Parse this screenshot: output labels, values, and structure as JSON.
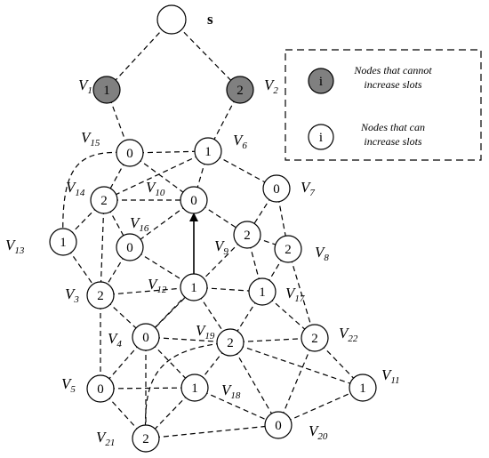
{
  "source": {
    "label": "s"
  },
  "nodes": [
    {
      "id": "V1",
      "name": "V",
      "sub": "1",
      "value": "1",
      "state": "cannot"
    },
    {
      "id": "V2",
      "name": "V",
      "sub": "2",
      "value": "2",
      "state": "cannot"
    },
    {
      "id": "V3",
      "name": "V",
      "sub": "3",
      "value": "2",
      "state": "can"
    },
    {
      "id": "V4",
      "name": "V",
      "sub": "4",
      "value": "0",
      "state": "can"
    },
    {
      "id": "V5",
      "name": "V",
      "sub": "5",
      "value": "0",
      "state": "can"
    },
    {
      "id": "V6",
      "name": "V",
      "sub": "6",
      "value": "1",
      "state": "can"
    },
    {
      "id": "V7",
      "name": "V",
      "sub": "7",
      "value": "0",
      "state": "can"
    },
    {
      "id": "V8",
      "name": "V",
      "sub": "8",
      "value": "2",
      "state": "can"
    },
    {
      "id": "V9",
      "name": "V",
      "sub": "9",
      "value": "2",
      "state": "can"
    },
    {
      "id": "V10",
      "name": "V",
      "sub": "10",
      "value": "0",
      "state": "can"
    },
    {
      "id": "V11",
      "name": "V",
      "sub": "11",
      "value": "1",
      "state": "can"
    },
    {
      "id": "V12",
      "name": "V",
      "sub": "12",
      "value": "1",
      "state": "can"
    },
    {
      "id": "V13",
      "name": "V",
      "sub": "13",
      "value": "1",
      "state": "can"
    },
    {
      "id": "V14",
      "name": "V",
      "sub": "14",
      "value": "2",
      "state": "can"
    },
    {
      "id": "V15",
      "name": "V",
      "sub": "15",
      "value": "0",
      "state": "can"
    },
    {
      "id": "V16",
      "name": "V",
      "sub": "16",
      "value": "0",
      "state": "can"
    },
    {
      "id": "V17",
      "name": "V",
      "sub": "17",
      "value": "1",
      "state": "can"
    },
    {
      "id": "V18",
      "name": "V",
      "sub": "18",
      "value": "1",
      "state": "can"
    },
    {
      "id": "V19",
      "name": "V",
      "sub": "19",
      "value": "2",
      "state": "can"
    },
    {
      "id": "V20",
      "name": "V",
      "sub": "20",
      "value": "0",
      "state": "can"
    },
    {
      "id": "V21",
      "name": "V",
      "sub": "21",
      "value": "2",
      "state": "can"
    },
    {
      "id": "V22",
      "name": "V",
      "sub": "22",
      "value": "2",
      "state": "can"
    }
  ],
  "edges": [
    [
      "s",
      "V1"
    ],
    [
      "s",
      "V2"
    ],
    [
      "V1",
      "V15"
    ],
    [
      "V2",
      "V6"
    ],
    [
      "V15",
      "V6"
    ],
    [
      "V15",
      "V14"
    ],
    [
      "V15",
      "V10"
    ],
    [
      "V15",
      "V13"
    ],
    [
      "V6",
      "V10"
    ],
    [
      "V6",
      "V7"
    ],
    [
      "V6",
      "V14"
    ],
    [
      "V14",
      "V10"
    ],
    [
      "V14",
      "V13"
    ],
    [
      "V14",
      "V16"
    ],
    [
      "V14",
      "V3"
    ],
    [
      "V10",
      "V9"
    ],
    [
      "V10",
      "V16"
    ],
    [
      "V7",
      "V9"
    ],
    [
      "V7",
      "V8"
    ],
    [
      "V13",
      "V3"
    ],
    [
      "V16",
      "V3"
    ],
    [
      "V16",
      "V12"
    ],
    [
      "V9",
      "V8"
    ],
    [
      "V9",
      "V17"
    ],
    [
      "V9",
      "V4"
    ],
    [
      "V8",
      "V17"
    ],
    [
      "V8",
      "V22"
    ],
    [
      "V3",
      "V12"
    ],
    [
      "V3",
      "V4"
    ],
    [
      "V3",
      "V5"
    ],
    [
      "V12",
      "V17"
    ],
    [
      "V12",
      "V4"
    ],
    [
      "V12",
      "V19"
    ],
    [
      "V17",
      "V22"
    ],
    [
      "V17",
      "V19"
    ],
    [
      "V4",
      "V19"
    ],
    [
      "V4",
      "V5"
    ],
    [
      "V4",
      "V18"
    ],
    [
      "V4",
      "V21"
    ],
    [
      "V19",
      "V22"
    ],
    [
      "V19",
      "V18"
    ],
    [
      "V19",
      "V20"
    ],
    [
      "V19",
      "V11"
    ],
    [
      "V19",
      "V21"
    ],
    [
      "V22",
      "V20"
    ],
    [
      "V22",
      "V11"
    ],
    [
      "V5",
      "V18"
    ],
    [
      "V5",
      "V21"
    ],
    [
      "V18",
      "V21"
    ],
    [
      "V18",
      "V20"
    ],
    [
      "V21",
      "V20"
    ],
    [
      "V20",
      "V11"
    ]
  ],
  "arrow": {
    "from": "V12",
    "to": "V10"
  },
  "legend": {
    "items": [
      {
        "symbol": "i",
        "state": "cannot",
        "lines": [
          "Nodes that cannot",
          "increase slots"
        ]
      },
      {
        "symbol": "i",
        "state": "can",
        "lines": [
          "Nodes that can",
          "increase slots"
        ]
      }
    ]
  },
  "colors": {
    "cannot": "#808080",
    "can": "#ffffff",
    "stroke": "#000000"
  }
}
